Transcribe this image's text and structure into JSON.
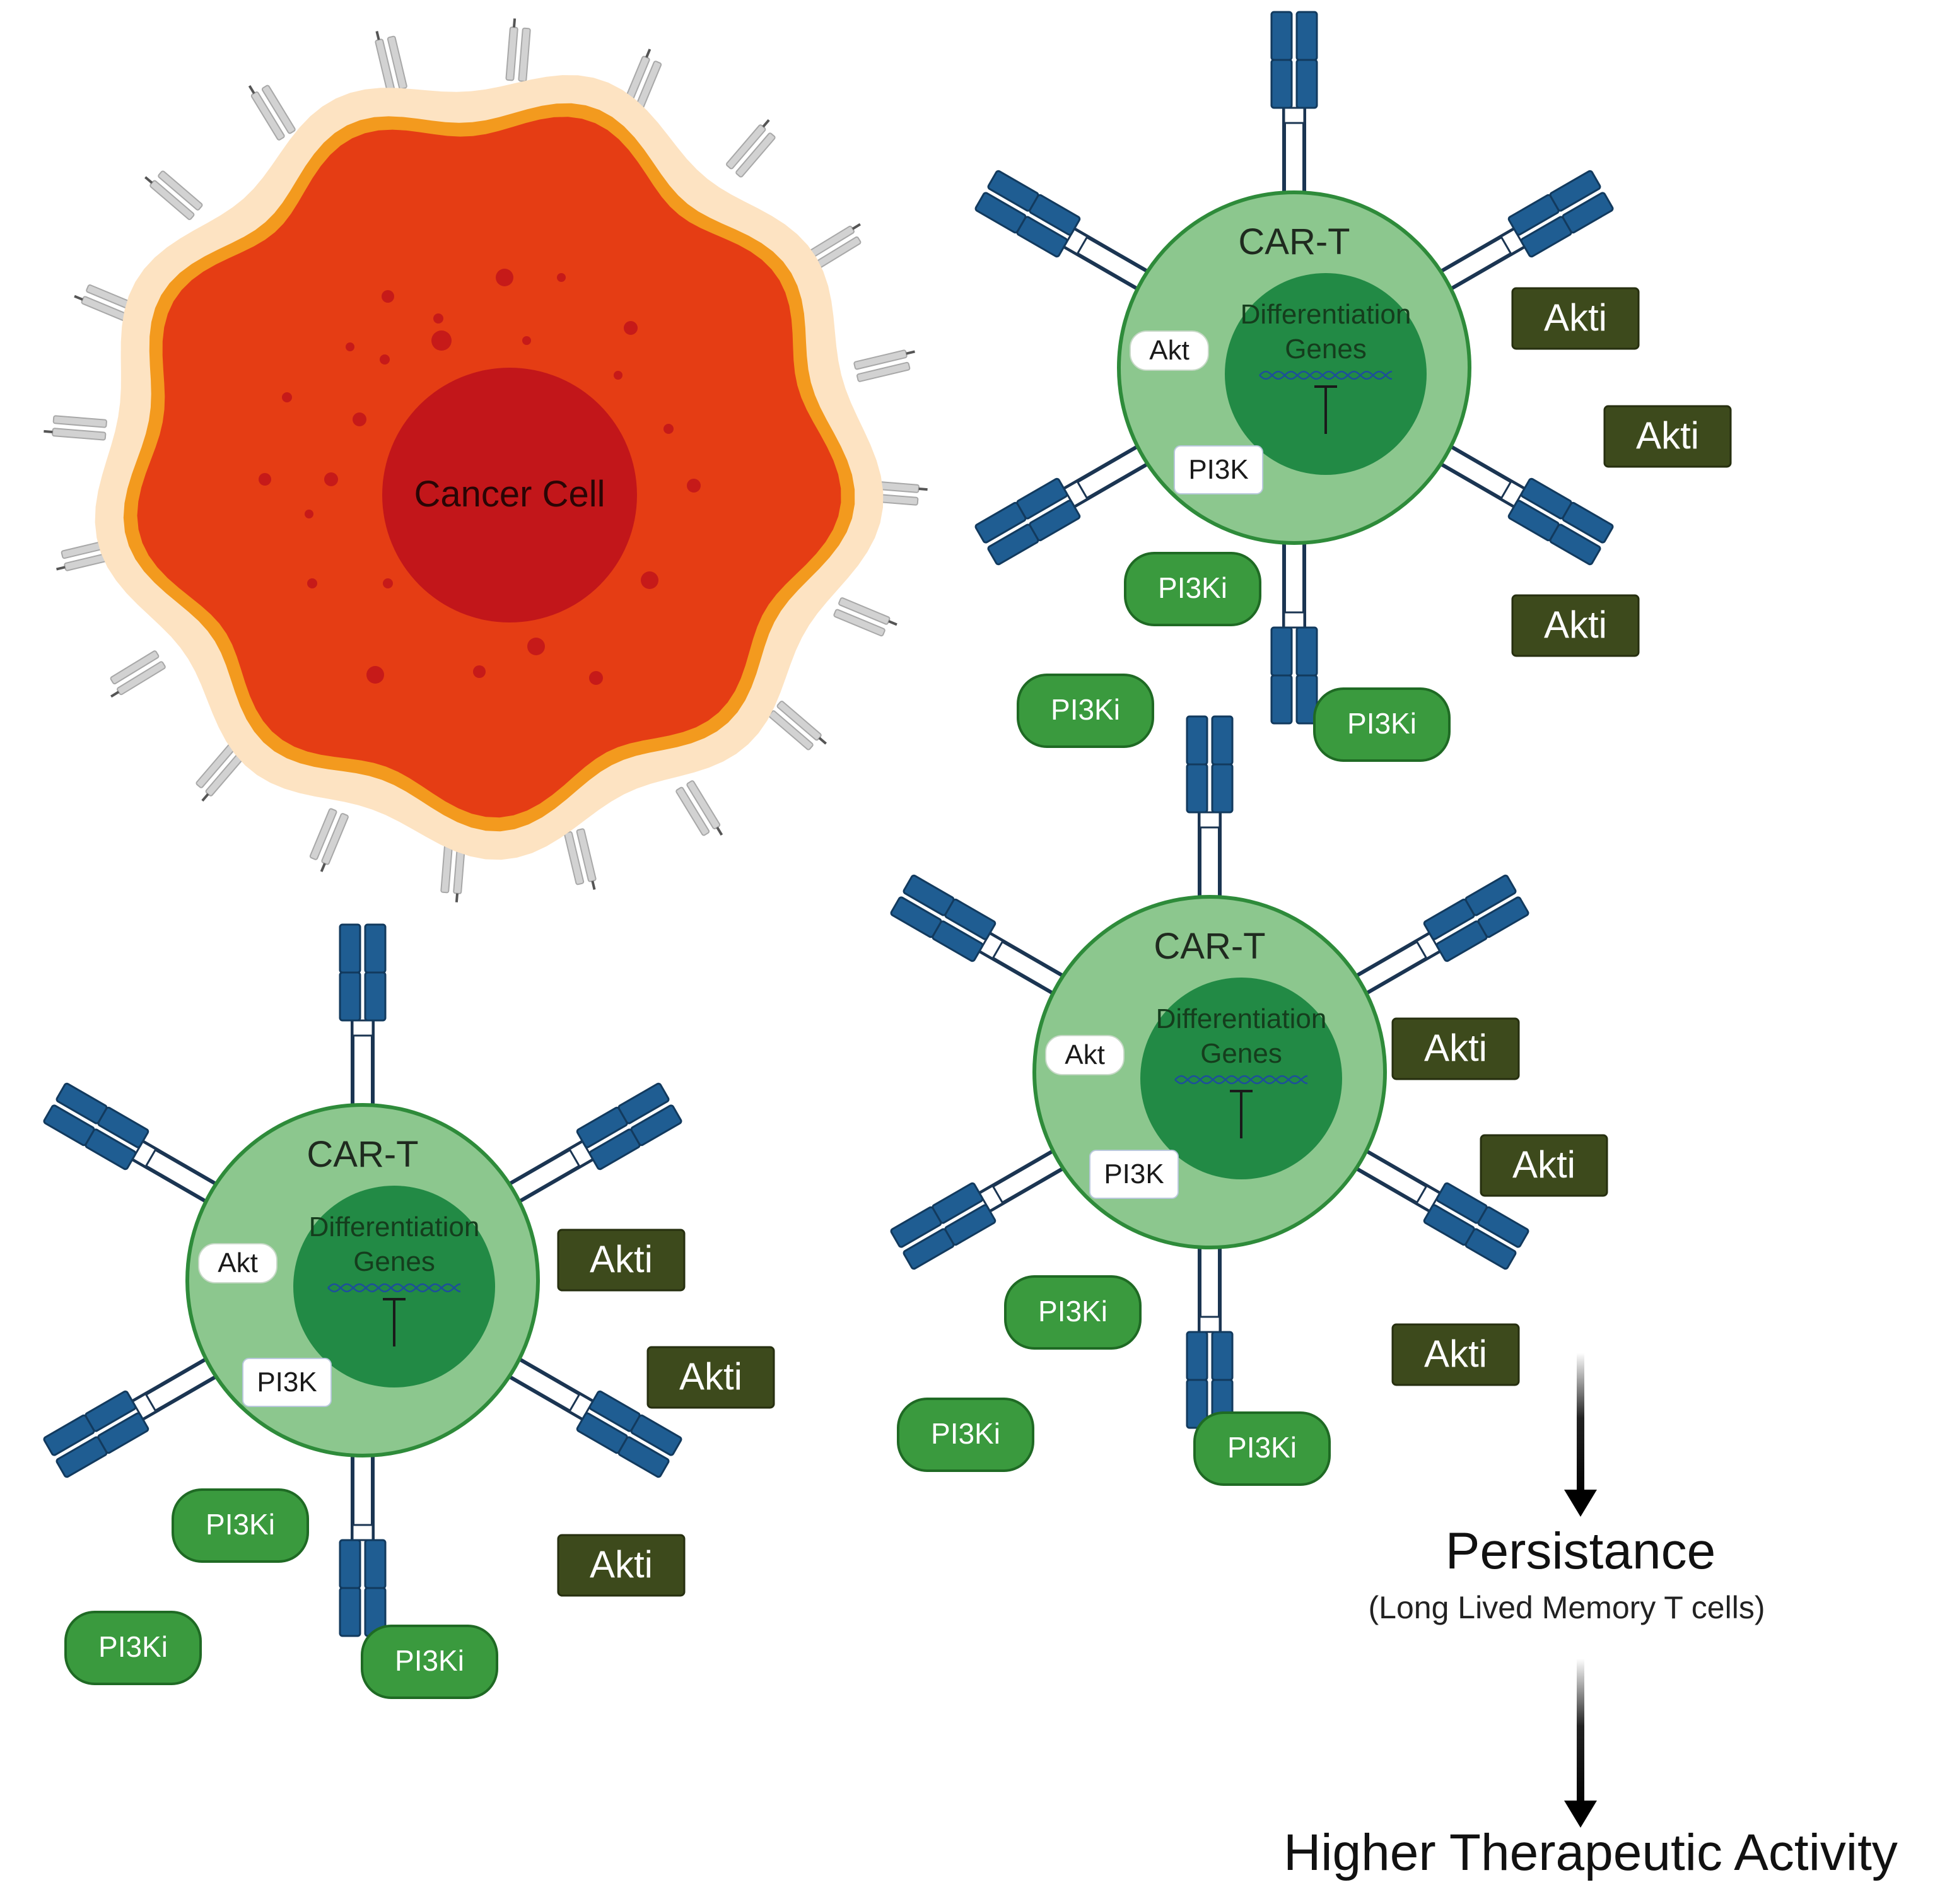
{
  "cancer_cell": {
    "label": "Cancer Cell"
  },
  "car_t_cells": [
    {
      "label": "CAR-T",
      "nucleus_label_1": "Differentiation",
      "nucleus_label_2": "Genes",
      "akt_label": "Akt",
      "pi3k_label": "PI3K"
    },
    {
      "label": "CAR-T",
      "nucleus_label_1": "Differentiation",
      "nucleus_label_2": "Genes",
      "akt_label": "Akt",
      "pi3k_label": "PI3K"
    },
    {
      "label": "CAR-T",
      "nucleus_label_1": "Differentiation",
      "nucleus_label_2": "Genes",
      "akt_label": "Akt",
      "pi3k_label": "PI3K"
    }
  ],
  "akti_inhibitors": [
    "Akti",
    "Akti",
    "Akti",
    "Akti",
    "Akti",
    "Akti",
    "Akti",
    "Akti",
    "Akti"
  ],
  "pi3ki_inhibitors": [
    "PI3Ki",
    "PI3Ki",
    "PI3Ki",
    "PI3Ki",
    "PI3Ki",
    "PI3Ki",
    "PI3Ki",
    "PI3Ki",
    "PI3Ki"
  ],
  "outcome": {
    "persistence_title": "Persistance",
    "persistence_subtitle": "(Long Lived Memory T cells)",
    "final_result": "Higher Therapeutic Activity"
  },
  "colors": {
    "cancer_glow": "#fde3c2",
    "cancer_rim": "#f39a1e",
    "cancer_body": "#e53d14",
    "cancer_nucleus": "#c2161a",
    "cell_membrane": "#8cc78e",
    "cell_border": "#2e8b3a",
    "nucleus": "#228a45",
    "receptor_blue": "#1f5d92",
    "akti_bg": "#3d4a1c",
    "pi3ki_bg": "#3a9a3e"
  }
}
